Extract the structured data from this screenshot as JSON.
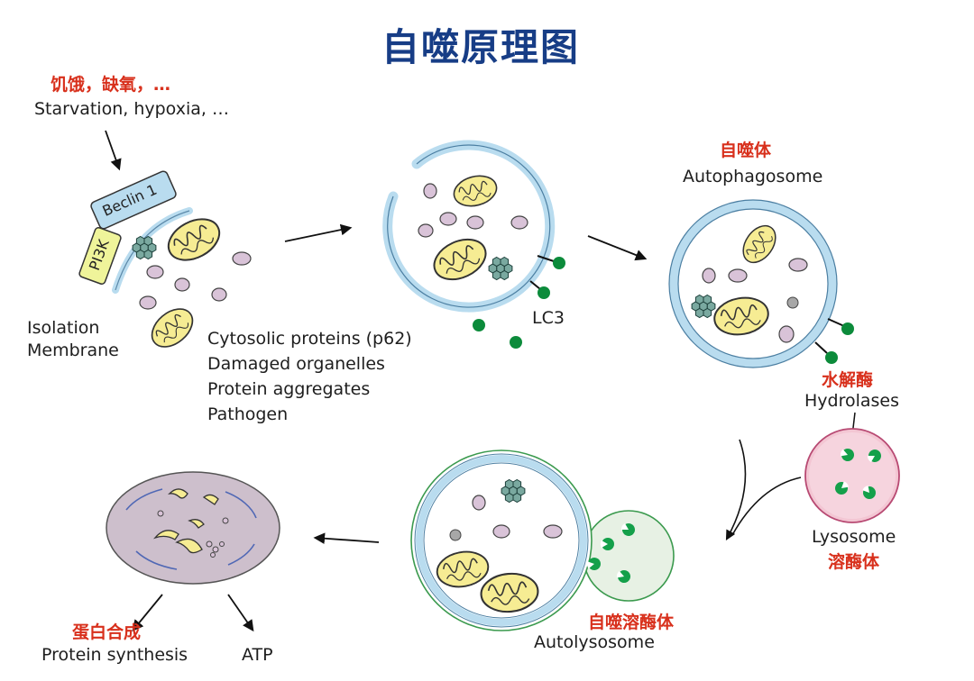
{
  "title": "自噬原理图",
  "trigger": {
    "cn": "饥饿，缺氧，…",
    "en": "Starvation, hypoxia, …"
  },
  "beclin_label": "Beclin 1",
  "pi3k_label": "PI3K",
  "isolation_membrane": [
    "Isolation",
    "Membrane"
  ],
  "cargo_list": [
    "Cytosolic proteins (p62)",
    "Damaged organelles",
    "Protein aggregates",
    "Pathogen"
  ],
  "lc3_label": "LC3",
  "autophagosome": {
    "cn": "自噬体",
    "en": "Autophagosome"
  },
  "hydrolases": {
    "cn": "水解酶",
    "en": "Hydrolases"
  },
  "lysosome": {
    "en": "Lysosome",
    "cn": "溶酶体"
  },
  "autolysosome": {
    "cn": "自噬溶酶体",
    "en": "Autolysosome"
  },
  "products": {
    "protein_cn": "蛋白合成",
    "protein_en": "Protein synthesis",
    "atp": "ATP"
  },
  "colors": {
    "title": "#173d86",
    "chinese_label": "#d8301c",
    "membrane": "#b9dcef",
    "mitochondria": "#f6ec93",
    "lc3": "#0c8b3b",
    "lysosome": "#f3c6d3",
    "vesicle": "#d9c3d8"
  }
}
